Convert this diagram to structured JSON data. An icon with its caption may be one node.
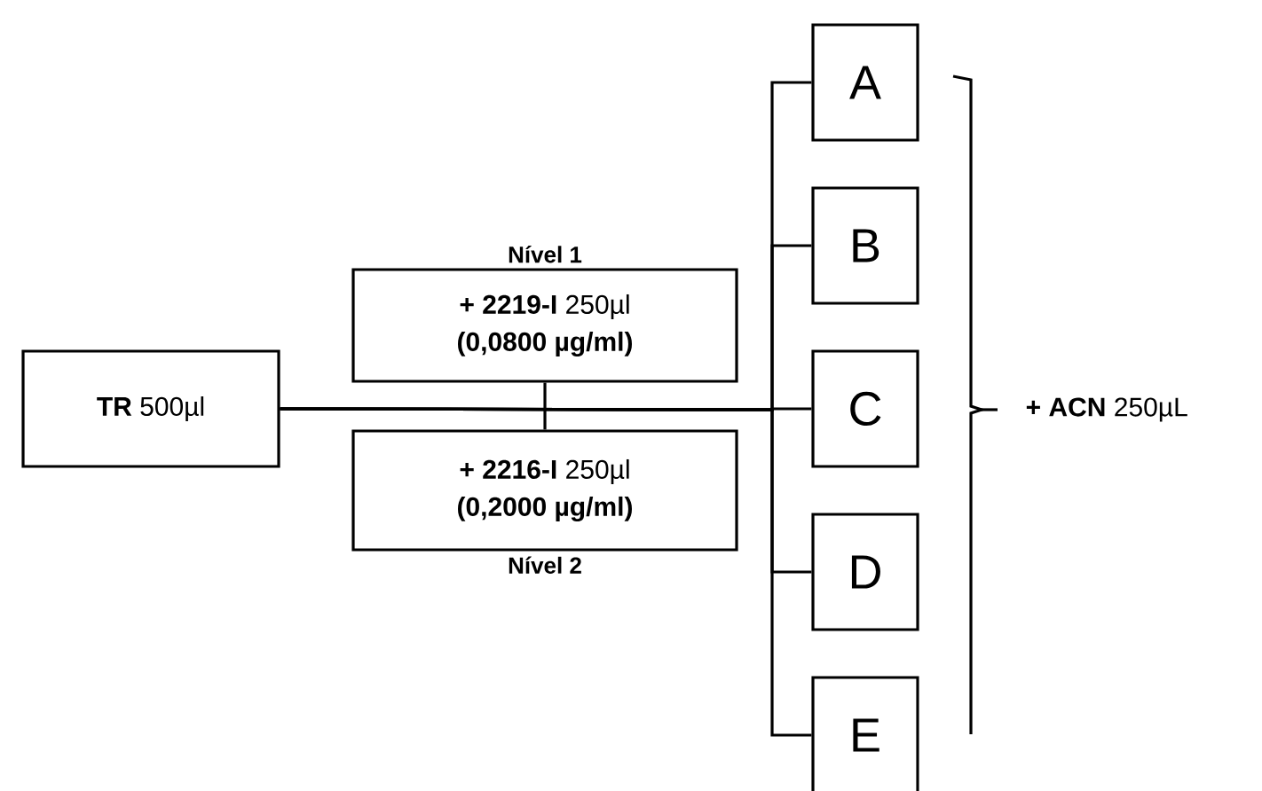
{
  "diagram": {
    "nodes": [
      {
        "text": [
          "**TR** 500µl"
        ]
      },
      {
        "text": [
          "Nível 1",
          "**+ 2219-I** 250µl",
          "(0,0800 µg/ml)"
        ]
      },
      {
        "text": [
          "**+ 2216-I** 250µl",
          "(0,2000 µg/ml)",
          "Nível 2"
        ]
      },
      {
        "text": [
          "A"
        ]
      },
      {
        "text": [
          "B"
        ]
      },
      {
        "text": [
          "C"
        ]
      },
      {
        "text": [
          "D"
        ]
      },
      {
        "text": [
          "E"
        ]
      }
    ],
    "edges": [
      {
        "from": 0,
        "to": 3,
        "arrow": "none"
      },
      {
        "from": 0,
        "to": 4,
        "arrow": "none"
      },
      {
        "from": 0,
        "to": 5,
        "arrow": "none"
      },
      {
        "from": 0,
        "to": 6,
        "arrow": "none"
      },
      {
        "from": 0,
        "to": 7,
        "arrow": "none"
      },
      {
        "from": 1,
        "to": 2,
        "arrow": "none"
      }
    ],
    "labels": [
      "**+ ACN** 250µL"
    ]
  }
}
